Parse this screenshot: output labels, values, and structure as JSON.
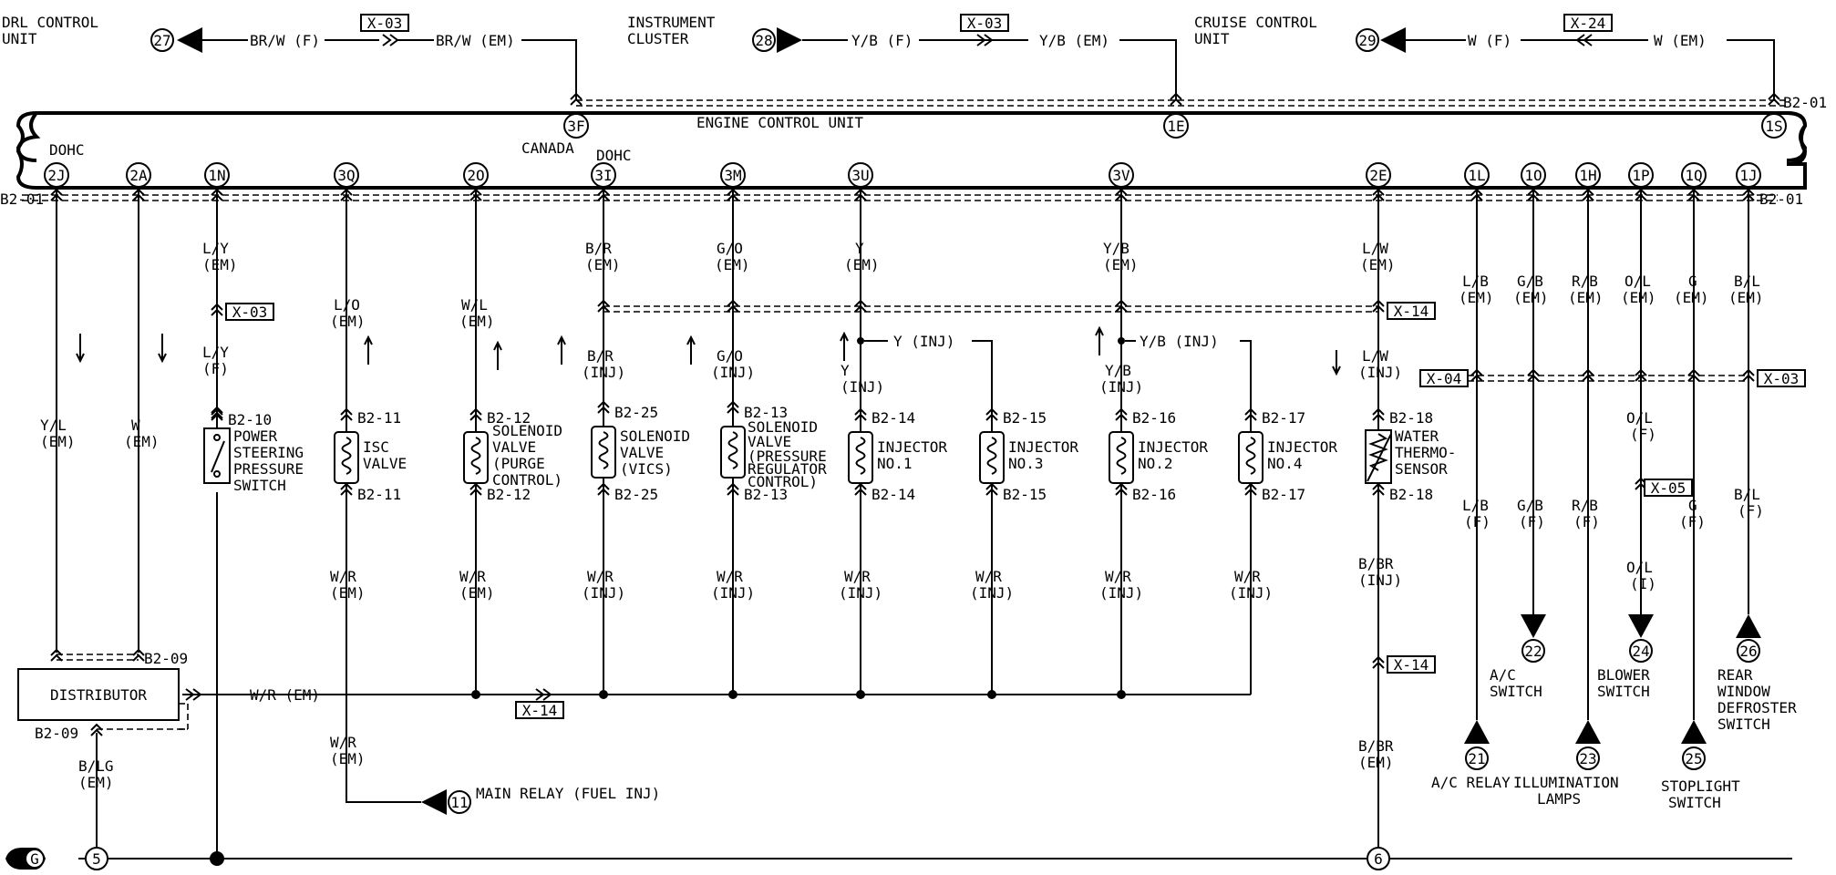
{
  "top": {
    "dri": {
      "label": [
        "DRL CONTROL",
        "UNIT"
      ],
      "node": "27",
      "wire_f": "BR/W (F)",
      "conn": "X-03",
      "wire_em": "BR/W (EM)"
    },
    "inst": {
      "label": [
        "INSTRUMENT",
        "CLUSTER"
      ],
      "node": "28",
      "wire_f": "Y/B (F)",
      "conn": "X-03",
      "wire_em": "Y/B (EM)"
    },
    "cruise": {
      "label": [
        "CRUISE CONTROL",
        "UNIT"
      ],
      "node": "29",
      "wire_f": "W (F)",
      "conn": "X-24",
      "wire_em": "W (EM)"
    }
  },
  "ecu": {
    "title": "ENGINE CONTROL UNIT",
    "canada": "CANADA",
    "dohc": "DOHC",
    "conn_left": "B2-01",
    "conn_right": "B2-01",
    "top_pins": [
      "3F",
      "1E",
      "1S"
    ],
    "top_conn": "B2-01"
  },
  "pins": [
    "2J",
    "2A",
    "1N",
    "3Q",
    "2O",
    "3I",
    "3M",
    "3U",
    "3V",
    "2E",
    "1L",
    "1O",
    "1H",
    "1P",
    "1Q",
    "1J"
  ],
  "wires": {
    "a": [
      "Y/L",
      "(EM)"
    ],
    "b": [
      "W",
      "(EM)"
    ],
    "c_em": [
      "L/Y",
      "(EM)"
    ],
    "c_f": [
      "L/Y",
      "(F)"
    ],
    "c_conn": "X-03",
    "d": [
      "L/O",
      "(EM)"
    ],
    "e": [
      "W/L",
      "(EM)"
    ],
    "f_em": [
      "B/R",
      "(EM)"
    ],
    "f_inj": [
      "B/R",
      "(INJ)"
    ],
    "g_em": [
      "G/O",
      "(EM)"
    ],
    "g_inj": [
      "G/O",
      "(INJ)"
    ],
    "h_em": [
      "Y",
      "(EM)"
    ],
    "h_inj": [
      "Y",
      "(INJ)"
    ],
    "h_branch": "Y (INJ)",
    "i_em": [
      "Y/B",
      "(EM)"
    ],
    "i_inj": [
      "Y/B",
      "(INJ)"
    ],
    "i_branch": "Y/B (INJ)",
    "j_em": [
      "L/W",
      "(EM)"
    ],
    "j_inj": [
      "L/W",
      "(INJ)"
    ],
    "j_conn": "X-14",
    "wr_em": [
      "W/R",
      "(EM)"
    ],
    "wr_inj": [
      "W/R",
      "(INJ)"
    ],
    "bbr_inj": [
      "B/BR",
      "(INJ)"
    ],
    "bbr_em": [
      "B/BR",
      "(EM)"
    ],
    "blg": [
      "B/LG",
      "(EM)"
    ],
    "bus_label": "W/R (EM)",
    "bus_conn": "X-14",
    "bbr_conn": "X-14",
    "right_conn_left": "X-04",
    "right_conn_right": "X-03",
    "pl_conn": "X-05"
  },
  "right_wires": [
    {
      "em": [
        "L/B",
        "(EM)"
      ],
      "f": [
        "L/B",
        "(F)"
      ],
      "node": "21"
    },
    {
      "em": [
        "G/B",
        "(EM)"
      ],
      "f": [
        "G/B",
        "(F)"
      ],
      "node": "22"
    },
    {
      "em": [
        "R/B",
        "(EM)"
      ],
      "f": [
        "R/B",
        "(F)"
      ],
      "node": "23"
    },
    {
      "em": [
        "O/L",
        "(EM)"
      ],
      "f": [
        "O/L",
        "(F)"
      ],
      "i": [
        "O/L",
        "(I)"
      ],
      "node": "24"
    },
    {
      "em": [
        "G",
        "(EM)"
      ],
      "f": [
        "G",
        "(F)"
      ],
      "node": "25"
    },
    {
      "em": [
        "B/L",
        "(EM)"
      ],
      "f": [
        "B/L",
        "(F)"
      ],
      "node": "26"
    }
  ],
  "right_labels": {
    "ac_relay": "A/C RELAY",
    "ac_switch": [
      "A/C",
      "SWITCH"
    ],
    "illum": [
      "ILLUMINATION",
      "LAMPS"
    ],
    "blower": [
      "BLOWER",
      "SWITCH"
    ],
    "stoplight": [
      "STOPLIGHT",
      "SWITCH"
    ],
    "defroster": [
      "REAR",
      "WINDOW",
      "DEFROSTER",
      "SWITCH"
    ]
  },
  "components": {
    "pss": {
      "conn": "B2-10",
      "label": [
        "POWER",
        "STEERING",
        "PRESSURE",
        "SWITCH"
      ]
    },
    "isc": {
      "conn": "B2-11",
      "label": [
        "ISC",
        "VALVE"
      ]
    },
    "purge": {
      "conn": "B2-12",
      "label": [
        "SOLENOID",
        "VALVE",
        "(PURGE",
        "CONTROL)"
      ]
    },
    "vics": {
      "conn": "B2-25",
      "label": [
        "SOLENOID",
        "VALVE",
        "(VICS)"
      ]
    },
    "prc": {
      "conn": "B2-13",
      "label": [
        "SOLENOID",
        "VALVE",
        "(PRESSURE",
        "REGULATOR",
        "CONTROL)"
      ]
    },
    "inj1": {
      "conn": "B2-14",
      "label": [
        "INJECTOR",
        "NO.1"
      ]
    },
    "inj3": {
      "conn": "B2-15",
      "label": [
        "INJECTOR",
        "NO.3"
      ]
    },
    "inj2": {
      "conn": "B2-16",
      "label": [
        "INJECTOR",
        "NO.2"
      ]
    },
    "inj4": {
      "conn": "B2-17",
      "label": [
        "INJECTOR",
        "NO.4"
      ]
    },
    "wts": {
      "conn": "B2-18",
      "label": [
        "WATER",
        "THERMO-",
        "SENSOR"
      ]
    }
  },
  "distributor": {
    "label": "DISTRIBUTOR",
    "conn_top": "B2-09",
    "conn_bottom": "B2-09"
  },
  "main_relay": {
    "node": "11",
    "label": "MAIN RELAY (FUEL INJ)"
  },
  "grounds": {
    "g": "G",
    "n5": "5",
    "n6": "6"
  }
}
